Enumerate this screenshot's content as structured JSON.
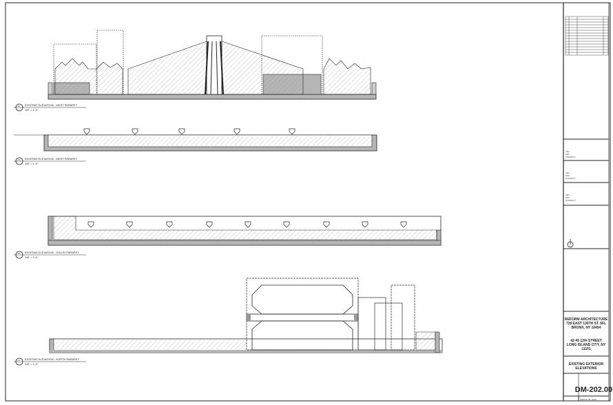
{
  "sheet": {
    "views": [
      {
        "number": "A5",
        "title": "EXISTING ELEVATION - WEST PARAPET",
        "scale": "1/8\" = 1'-0\""
      },
      {
        "number": "A4",
        "title": "EXISTING ELEVATION - WEST PARAPET",
        "scale": "1/8\" = 1'-0\""
      },
      {
        "number": "A3",
        "title": "EXISTING ELEVATION - SOUTH PARAPET",
        "scale": "1/8\" = 1'-0\""
      },
      {
        "number": "A1",
        "title": "EXISTING ELEVATION - NORTH PARAPET",
        "scale": "1/8\" = 1'-0\""
      }
    ]
  },
  "title_block": {
    "consultant_fields": {
      "tel": "TEL.:",
      "fax": "FAX:",
      "contact": "CONTACT:"
    },
    "architect": [
      "REFORM ARCHITECTURE",
      "728 EAST 136TH ST. 6FL",
      "BRONX, NY 10454"
    ],
    "project": [
      "42-45 12th STREET",
      "LONG ISLAND CITY, NY",
      "11101"
    ],
    "drawing_title": [
      "EXISTING EXTERIOR",
      "ELEVATIONS"
    ],
    "sheet_number": "DM-202.00",
    "date": "MARCH 30, 2020"
  },
  "colors": {
    "line": "#222222",
    "fill_gray": "#b5b5b5",
    "hatch": "#888888"
  }
}
